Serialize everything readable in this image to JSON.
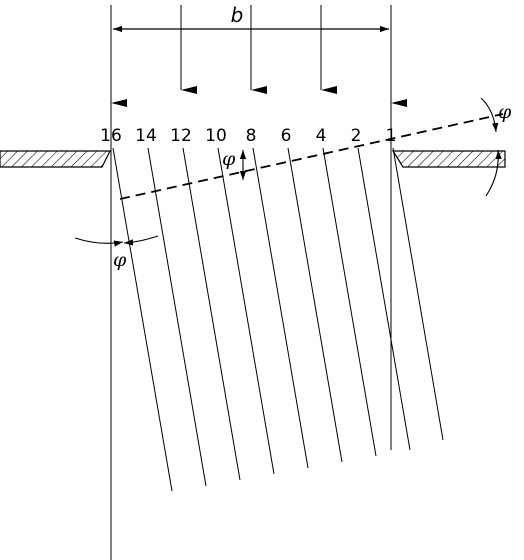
{
  "dimension_label": "b",
  "angle_symbol": "φ",
  "ray_labels": [
    "16",
    "14",
    "12",
    "10",
    "8",
    "6",
    "4",
    "2",
    "1"
  ],
  "colors": {
    "ink": "#000000",
    "background": "#ffffff"
  }
}
